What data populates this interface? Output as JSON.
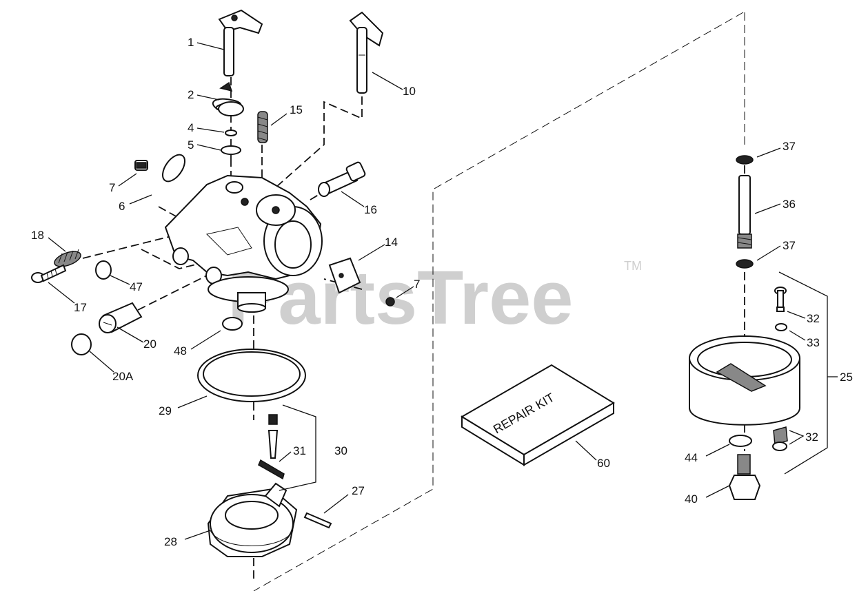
{
  "watermark": {
    "text": "PartsTree",
    "tm": "TM"
  },
  "repair_kit_text": "REPAIR KIT",
  "callouts": [
    "1",
    "2",
    "4",
    "5",
    "7",
    "6",
    "15",
    "10",
    "16",
    "18",
    "17",
    "47",
    "14",
    "7",
    "20",
    "20A",
    "48",
    "29",
    "31",
    "30",
    "27",
    "28",
    "60",
    "37",
    "36",
    "37",
    "32",
    "33",
    "25",
    "32",
    "44",
    "40"
  ]
}
